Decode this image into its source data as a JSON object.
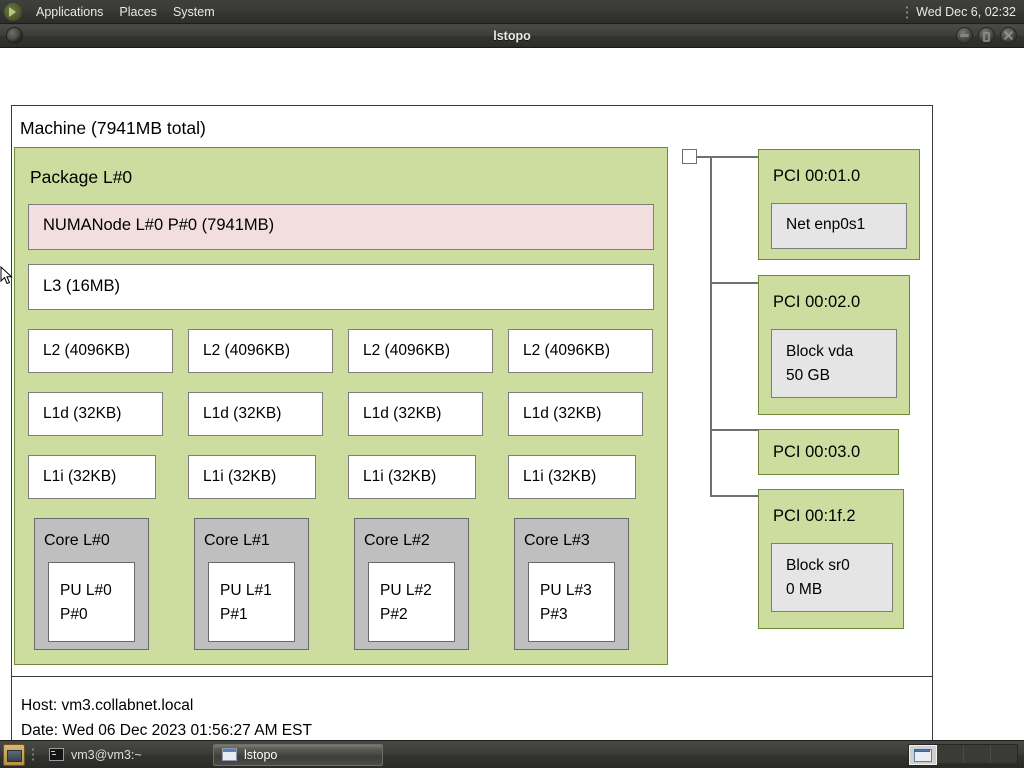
{
  "desktop": {
    "panel": {
      "logo_icon": "gnome-footprint-icon",
      "menus": [
        "Applications",
        "Places",
        "System"
      ],
      "clock": "Wed Dec  6, 02:32"
    },
    "taskbar": {
      "show_desktop_icon": "show-desktop-icon",
      "tasks": [
        {
          "label": "vm3@vm3:~",
          "icon": "terminal-icon",
          "active": false
        },
        {
          "label": "lstopo",
          "icon": "window-icon",
          "active": true
        }
      ],
      "workspaces": [
        {
          "name": "workspace-1",
          "active": true
        },
        {
          "name": "workspace-2",
          "active": false
        },
        {
          "name": "workspace-3",
          "active": false
        },
        {
          "name": "workspace-4",
          "active": false
        }
      ]
    }
  },
  "window": {
    "title": "lstopo",
    "icon": "app-icon",
    "buttons": [
      {
        "name": "minimize",
        "label": "Minimize"
      },
      {
        "name": "maximize",
        "label": "Maximize"
      },
      {
        "name": "close",
        "label": "Close"
      }
    ]
  },
  "topology": {
    "machine_title": "Machine (7941MB total)",
    "package_title": "Package L#0",
    "numanode": "NUMANode L#0 P#0 (7941MB)",
    "l3": "L3 (16MB)",
    "l2": [
      "L2 (4096KB)",
      "L2 (4096KB)",
      "L2 (4096KB)",
      "L2 (4096KB)"
    ],
    "l1d": [
      "L1d (32KB)",
      "L1d (32KB)",
      "L1d (32KB)",
      "L1d (32KB)"
    ],
    "l1i": [
      "L1i (32KB)",
      "L1i (32KB)",
      "L1i (32KB)",
      "L1i (32KB)"
    ],
    "cores": [
      {
        "title": "Core L#0",
        "pu_line1": "PU L#0",
        "pu_line2": "P#0"
      },
      {
        "title": "Core L#1",
        "pu_line1": "PU L#1",
        "pu_line2": "P#1"
      },
      {
        "title": "Core L#2",
        "pu_line1": "PU L#2",
        "pu_line2": "P#2"
      },
      {
        "title": "Core L#3",
        "pu_line1": "PU L#3",
        "pu_line2": "P#3"
      }
    ],
    "pci": [
      {
        "title": "PCI 00:01.0",
        "child_line1": "Net enp0s1",
        "child_line2": ""
      },
      {
        "title": "PCI 00:02.0",
        "child_line1": "Block vda",
        "child_line2": "50 GB"
      },
      {
        "title": "PCI 00:03.0",
        "child_line1": "",
        "child_line2": ""
      },
      {
        "title": "PCI 00:1f.2",
        "child_line1": "Block sr0",
        "child_line2": "0 MB"
      }
    ],
    "footer": {
      "host": "Host: vm3.collabnet.local",
      "date": "Date: Wed 06 Dec 2023 01:56:27 AM EST"
    }
  },
  "colors": {
    "package_green": "#ccdd9f",
    "package_border": "#6f8b3a",
    "numa_pink": "#f2dede",
    "core_grey": "#bfbfbf",
    "pci_child_grey": "#e5e5e5",
    "panel_dark": "#3b3b38"
  }
}
